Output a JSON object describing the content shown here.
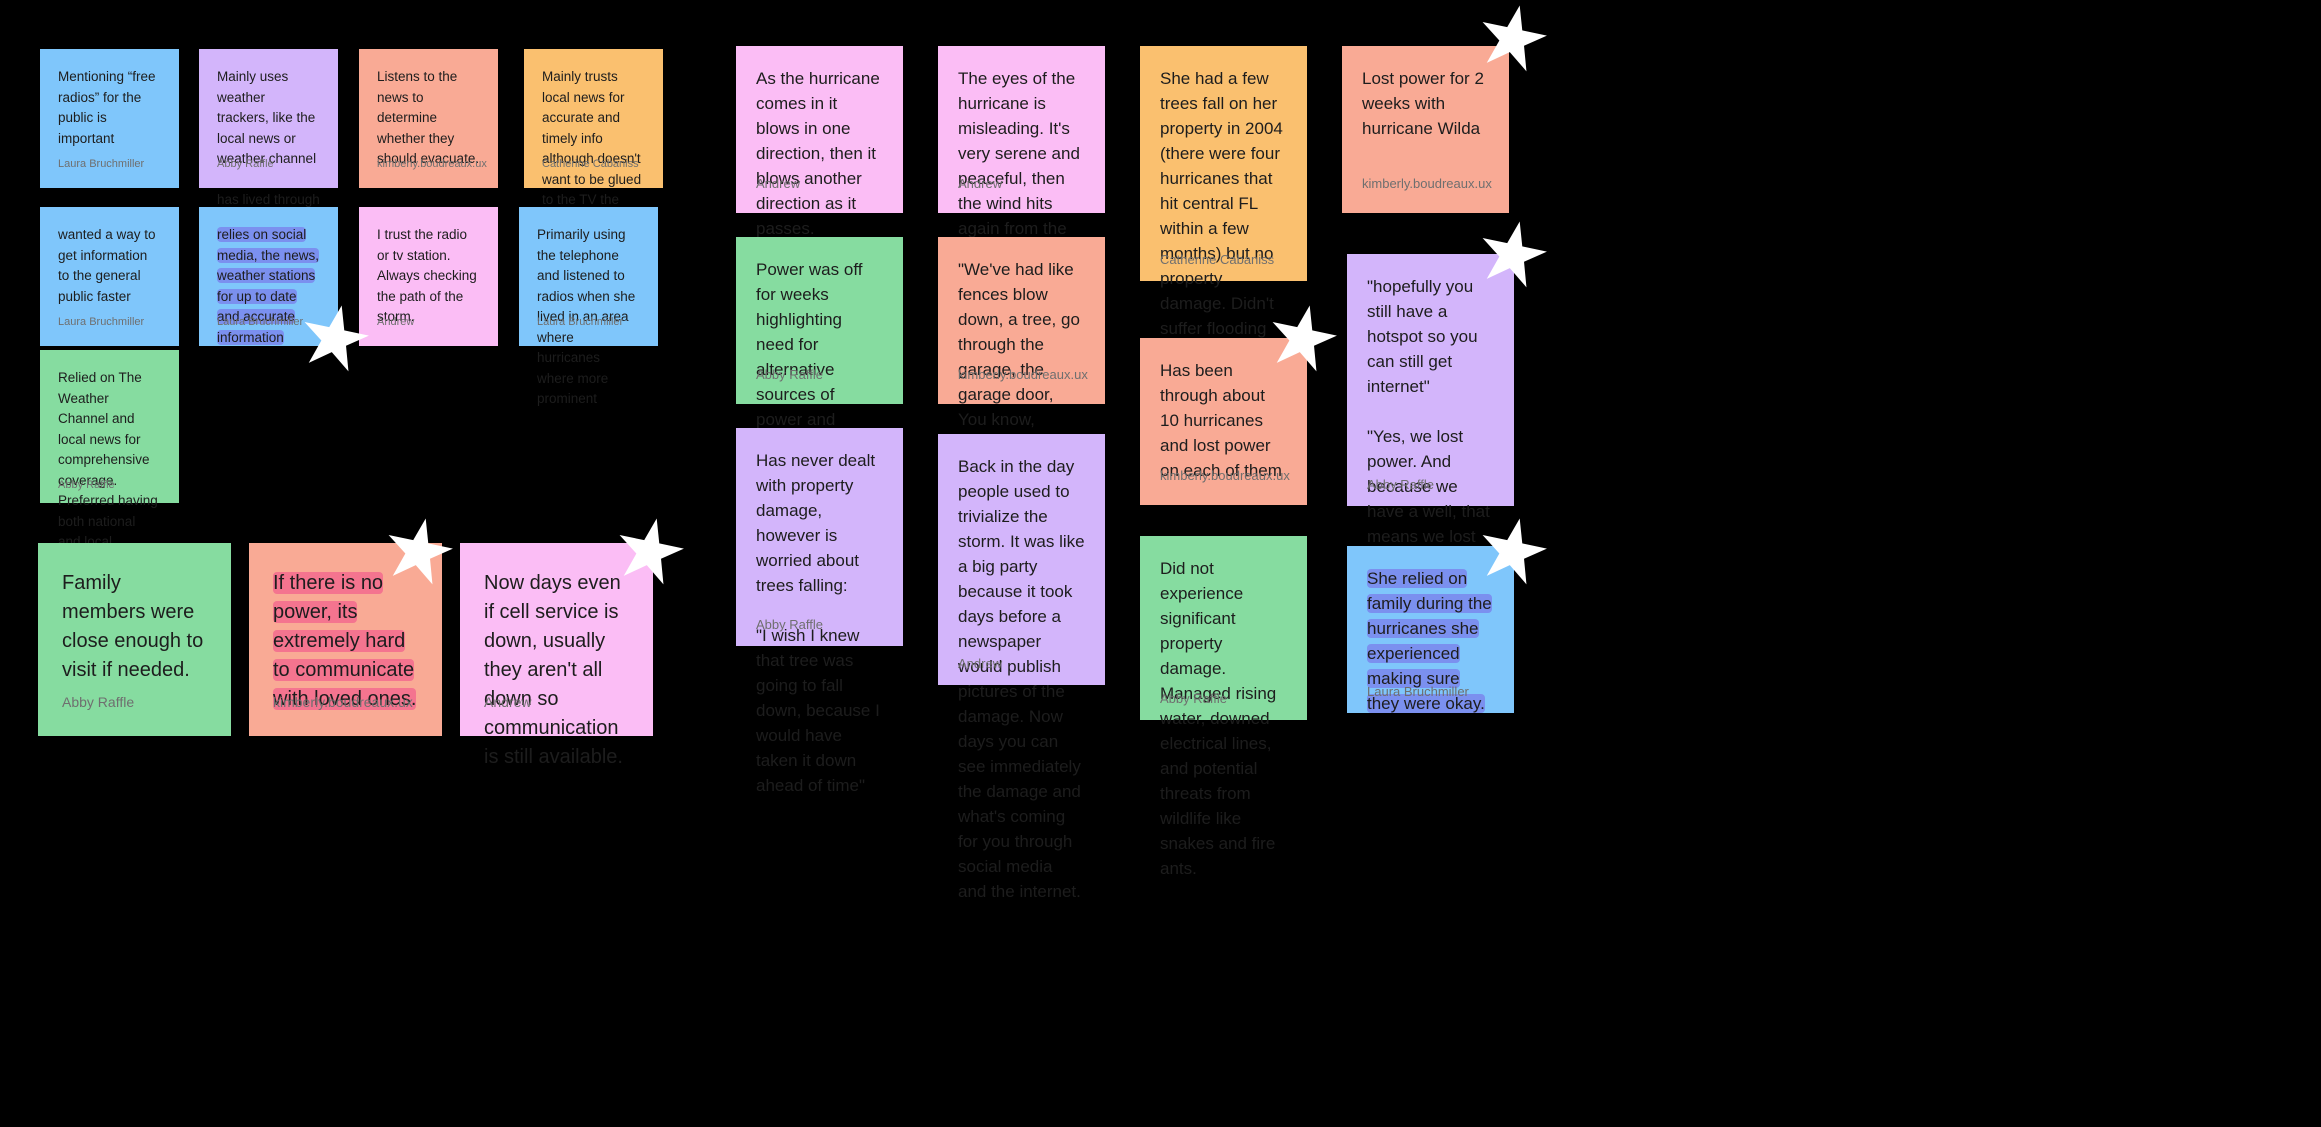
{
  "board": {
    "left_small": [
      {
        "text": "Mentioning “free radios” for the public is important",
        "author": "Laura Bruchmiller",
        "color": "blue"
      },
      {
        "text": "Mainly uses weather trackers, like the local news or weather channel\n\nhas lived through 3 hurricanes",
        "author": "Abby Raffle",
        "color": "purple"
      },
      {
        "text": "Listens to the news to determine whether they should evacuate.",
        "author": "kimberly.boudreaux.ux",
        "color": "salmon"
      },
      {
        "text": "Mainly trusts local news for accurate and timely info although doesn't want to be glued to the TV the entire time",
        "author": "Catherine Cabaniss",
        "color": "orange"
      },
      {
        "text": "wanted a way to get information to the general public faster",
        "author": "Laura Bruchmiller",
        "color": "blue"
      },
      {
        "text": "relies on social media, the news, weather stations for up to date and accurate information",
        "author": "Laura Bruchmiller",
        "color": "blue"
      },
      {
        "text": "I trust the radio or tv station. Always checking the path of the storm.",
        "author": "Andrew",
        "color": "pink"
      },
      {
        "text": "Primarily using the telephone and listened to radios when she lived in an area where hurricanes where more prominent",
        "author": "Laura Bruchmiller",
        "color": "blue"
      },
      {
        "text": "Relied on The Weather Channel and local news for comprehensive coverage.\nPreferred having both national and local perspectives for accurate updates.",
        "author": "Abby Raffle",
        "color": "green"
      }
    ],
    "left_big": [
      {
        "text": "Family members were close enough to visit if needed.",
        "author": "Abby Raffle",
        "color": "green"
      },
      {
        "text": "If there is no power, its extremely hard to communicate with loved ones.",
        "author": "kimberly.boudreaux.ux",
        "color": "salmon"
      },
      {
        "text": "Now days even if cell service is down, usually they aren't all down so communication is still available.",
        "author": "Andrew",
        "color": "pink"
      }
    ],
    "right": [
      {
        "text": "As the hurricane comes in it blows in one direction, then it blows another direction as it passes.",
        "author": "Andrew",
        "color": "pink"
      },
      {
        "text": "The eyes of the hurricane is misleading. It's very serene and peaceful, then the wind hits again from the other direction.",
        "author": "Andrew",
        "color": "pink"
      },
      {
        "text": "She had a few trees fall on her property in 2004 (there were four hurricanes that hit central FL within a few months) but no property damage. Didn't suffer flooding etc. Recovery process was easy since she just had to call someone to remove trees.",
        "author": "Catherine Cabaniss",
        "color": "orange"
      },
      {
        "text": "Lost power for 2 weeks with hurricane Wilda",
        "author": "kimberly.boudreaux.ux",
        "color": "salmon"
      },
      {
        "text": "Power was off for weeks highlighting need for alternative sources of power and amenities.",
        "author": "Abby Raffle",
        "color": "green"
      },
      {
        "text": "\"We've had like fences blow down,  a tree, go through the garage, the garage door, You know, nobody was ever hurt but scary stuff.\"",
        "author": "kimberly.boudreaux.ux",
        "color": "salmon"
      },
      {
        "text": "\"hopefully you still have a hotspot so you can still get internet\"\n\n\"Yes, we lost power. And because we have a well, that means we lost water as well for about two days.\"\n\nCharges the phone in his car",
        "author": "Abby Raffle",
        "color": "purple"
      },
      {
        "text": "Has been through about 10 hurricanes and lost power on each of them",
        "author": "kimberly.boudreaux.ux",
        "color": "salmon"
      },
      {
        "text": "Has never dealt with property damage, however is worried about trees falling:\n\n\"I wish I knew that tree was going to fall down, because I would have taken it down ahead of time\"",
        "author": "Abby Raffle",
        "color": "purple"
      },
      {
        "text": "Back in the day people used to trivialize the storm. It was like a big party because it took days before a newspaper would publish pictures of the damage. Now days you can see immediately the damage and what's coming for you through social media and the internet.",
        "author": "Andrew",
        "color": "purple"
      },
      {
        "text": "Did not experience significant property damage.\nManaged rising water, downed electrical lines, and potential threats from wildlife like snakes and fire ants.",
        "author": "Abby Raffle",
        "color": "green"
      },
      {
        "text": "She relied on family during the hurricanes she experienced making sure they were okay.",
        "author": "Laura Bruchmiller",
        "color": "blue"
      }
    ]
  }
}
